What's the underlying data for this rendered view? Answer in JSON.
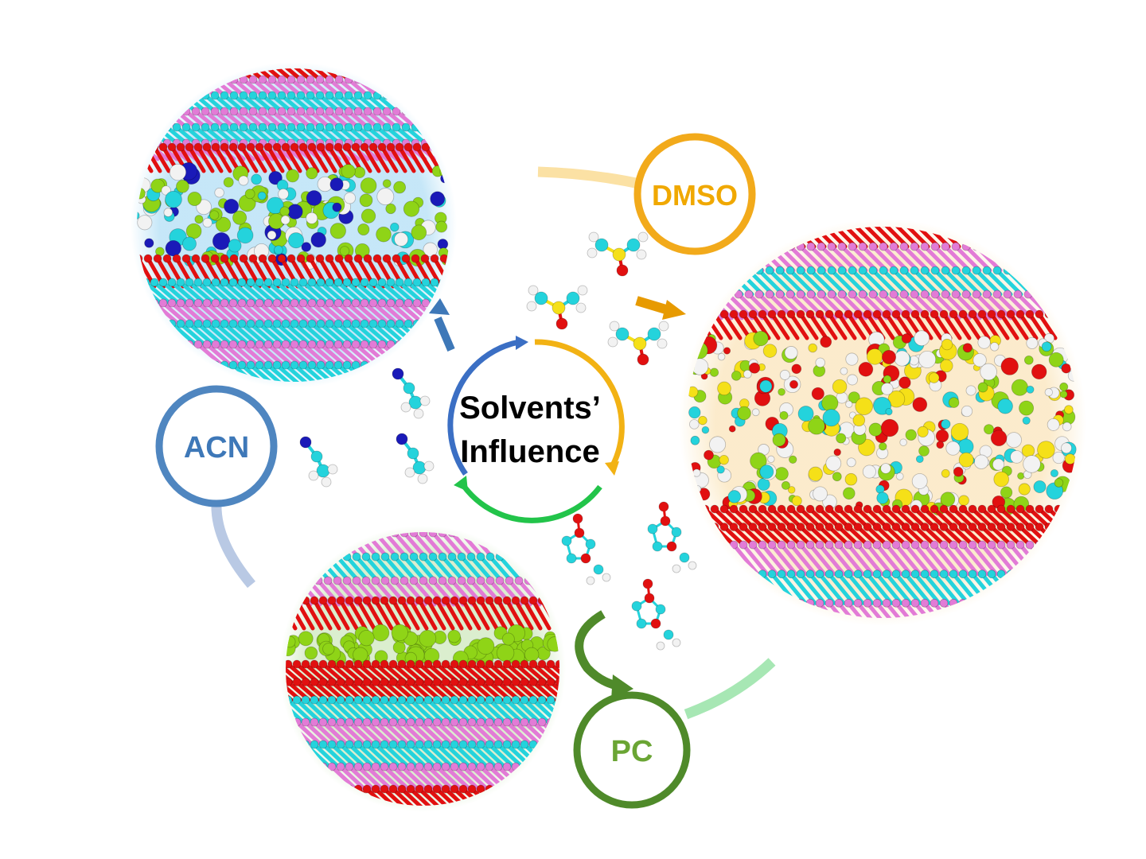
{
  "center": {
    "line1": "Solvents’",
    "line2": "Influence"
  },
  "solvents": [
    {
      "key": "acn",
      "label": "ACN",
      "color": "#3e78b8",
      "ring": "#4f86c0",
      "connector": "#b9c9e4"
    },
    {
      "key": "dmso",
      "label": "DMSO",
      "color": "#f0a800",
      "ring": "#f2aa1b",
      "connector": "#fbe1a4"
    },
    {
      "key": "pc",
      "label": "PC",
      "color": "#6aa534",
      "ring": "#4f8a2a",
      "connector": "#a7e7b4"
    }
  ],
  "atom_colors": {
    "pink": "#e27bd6",
    "cyan": "#24d3dc",
    "red": "#e11010",
    "green": "#8fd417",
    "blue": "#1a1ab8",
    "white": "#f2f2f2",
    "yellow": "#f5e018"
  },
  "cycle_colors": [
    "#3b6fc4",
    "#f2b214",
    "#22c44a"
  ]
}
